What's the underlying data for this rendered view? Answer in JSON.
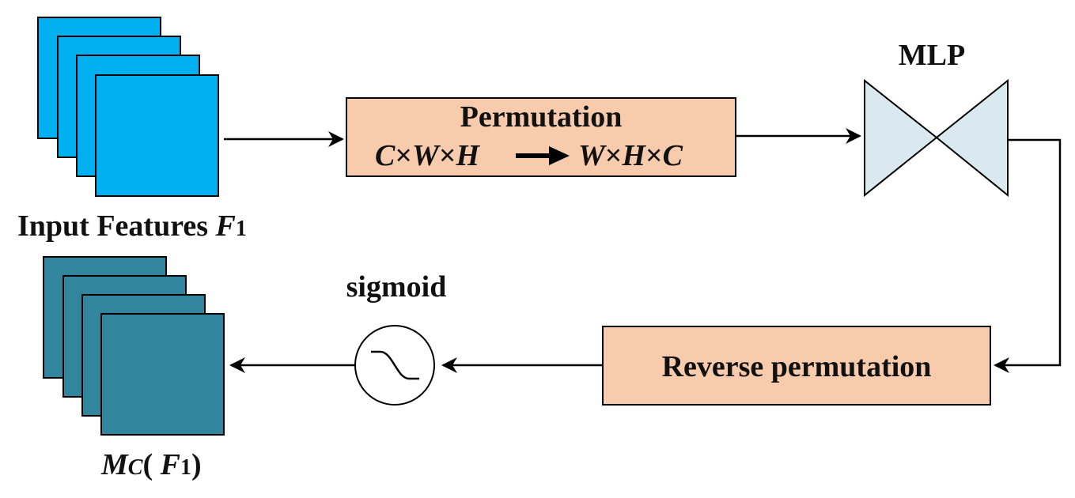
{
  "permutation": {
    "title": "Permutation",
    "formula": {
      "in_c": "C",
      "in_w": "W",
      "in_h": "H",
      "out_w": "W",
      "out_h": "H",
      "out_c": "C",
      "times": "×"
    }
  },
  "mlp": {
    "label": "MLP"
  },
  "input": {
    "label": "Input Features ",
    "symbol": "F",
    "subscript": "1"
  },
  "reverse": {
    "label": "Reverse permutation"
  },
  "sigmoid": {
    "label": "sigmoid"
  },
  "output": {
    "symbol": "M",
    "subscript": "C",
    "paren_open": "( ",
    "arg_symbol": "F",
    "arg_subscript": "1",
    "paren_close": ")"
  },
  "colors": {
    "input_fill": "#00B0F0",
    "output_fill": "#31859C",
    "box_fill": "#F8CBAD",
    "mlp_fill": "#DAE9F0",
    "stroke": "#000000"
  }
}
